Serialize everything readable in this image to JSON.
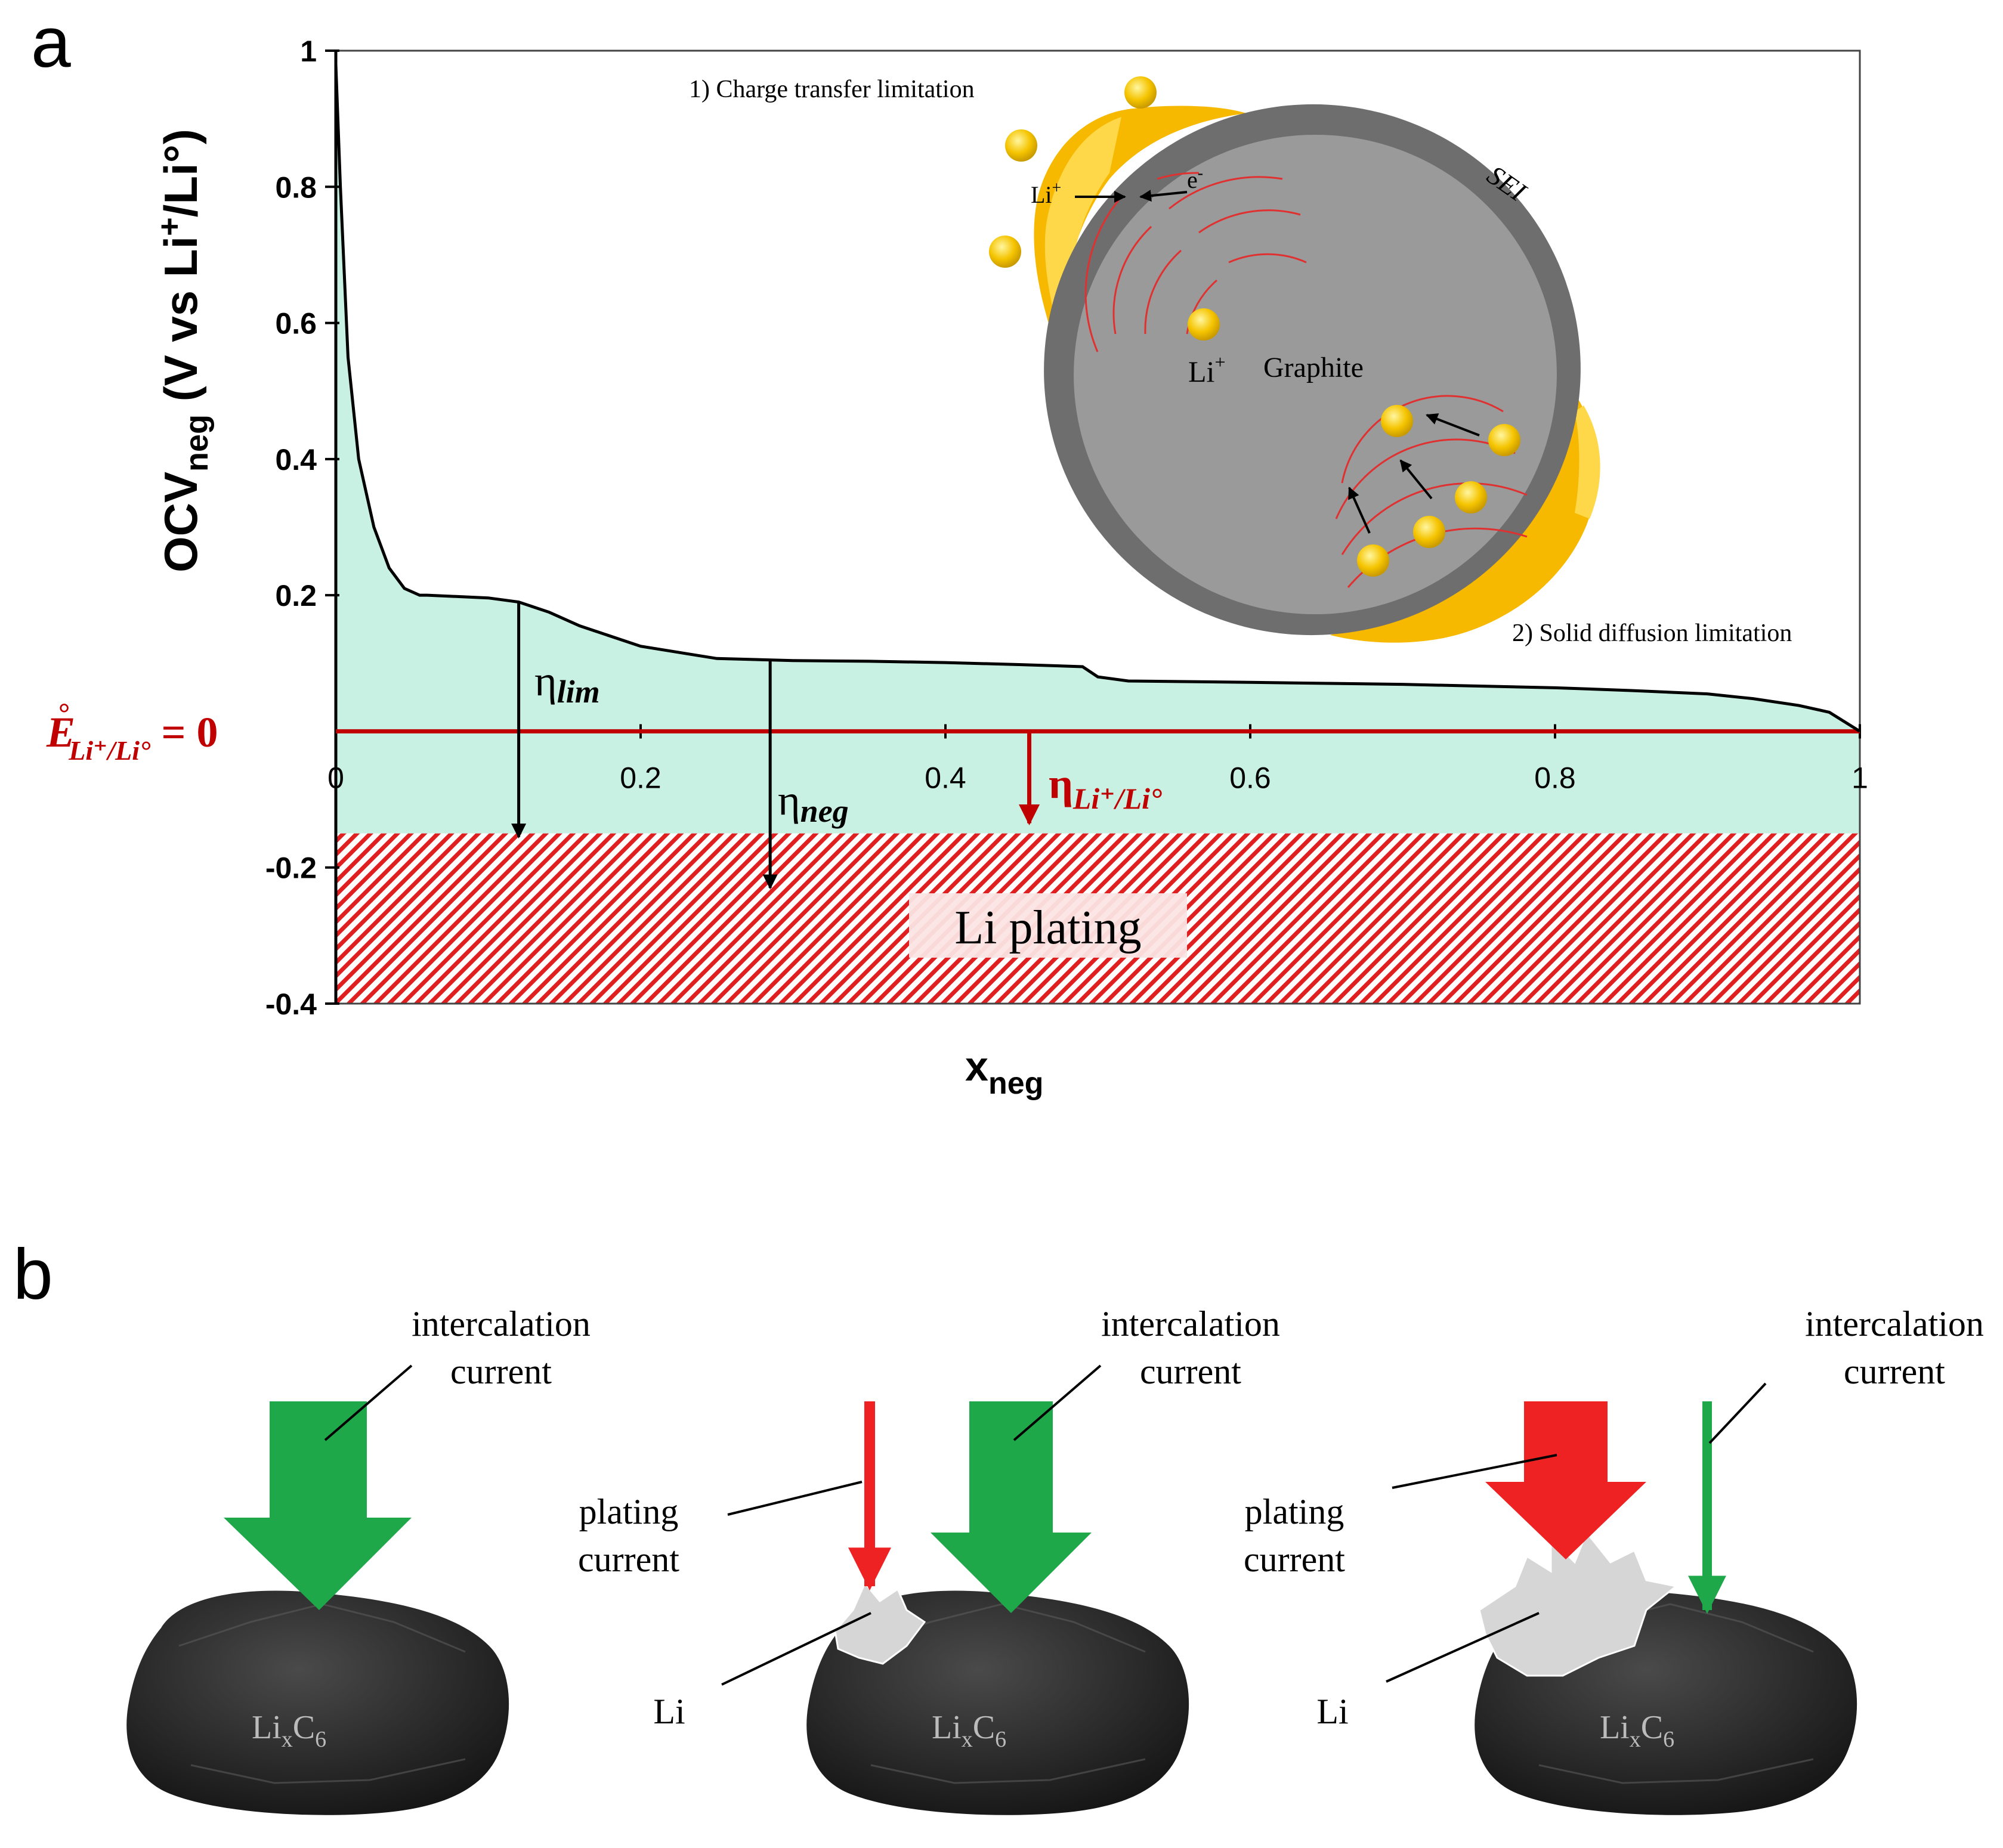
{
  "panel_a": {
    "label": "a",
    "ylabel": {
      "main": "OCV",
      "sub": "neg",
      "rest": " (V vs Li",
      "sup": "+",
      "rest2": "/Li°)"
    },
    "xlabel": {
      "main": "x",
      "sub": "neg"
    },
    "equilibrium_label": {
      "main": "E",
      "sup": "°",
      "sub": "Li⁺/Li°",
      "rest": " = 0"
    },
    "eta_lim": {
      "main": "η",
      "sub": "lim"
    },
    "eta_neg": {
      "main": "η",
      "sub": "neg"
    },
    "eta_li": {
      "main": "η",
      "sub": "Li⁺/Li°"
    },
    "plating_box_label": "Li plating",
    "inset": {
      "charge_transfer_label": "1) Charge transfer limitation",
      "solid_diffusion_label": "2) Solid diffusion limitation",
      "sei_label": "SEI",
      "graphite_label": "Graphite",
      "li_plus_label": {
        "main": "Li",
        "sup": "+"
      },
      "li_plus_label_2": {
        "main": "Li",
        "sup": "+"
      },
      "electron_label": {
        "main": "e",
        "sup": "-"
      }
    },
    "colors": {
      "area_fill": "#c8f0e3",
      "equilibrium_line": "#c00000",
      "plating_hatch": "#e02020",
      "sei": "#6e6e6e",
      "graphite": "#9a9a9a",
      "li_ion": "#f5c400",
      "sei_deposit": "#f5b400"
    }
  },
  "chart_data": {
    "type": "line",
    "series": [
      {
        "x": [
          0,
          0.003,
          0.008,
          0.015,
          0.025,
          0.035,
          0.045,
          0.055,
          0.06,
          0.08,
          0.1,
          0.12,
          0.14,
          0.16,
          0.2,
          0.25,
          0.3,
          0.35,
          0.4,
          0.45,
          0.49,
          0.5,
          0.52,
          0.6,
          0.7,
          0.8,
          0.85,
          0.9,
          0.93,
          0.96,
          0.98,
          1.0
        ],
        "y": [
          0.98,
          0.8,
          0.55,
          0.4,
          0.3,
          0.24,
          0.21,
          0.2,
          0.2,
          0.198,
          0.196,
          0.19,
          0.175,
          0.155,
          0.125,
          0.107,
          0.104,
          0.103,
          0.101,
          0.098,
          0.095,
          0.08,
          0.074,
          0.072,
          0.069,
          0.064,
          0.06,
          0.055,
          0.048,
          0.038,
          0.028,
          0.0
        ]
      }
    ],
    "xlim": [
      0,
      1
    ],
    "ylim": [
      -0.4,
      1
    ],
    "xticks": [
      "0",
      "0.2",
      "0.4",
      "0.6",
      "0.8",
      "1"
    ],
    "yticks": [
      "1",
      "0.8",
      "0.6",
      "0.4",
      "0.2",
      "-0.2",
      "-0.4"
    ],
    "plating_threshold": -0.15,
    "eta_lim_x": 0.12,
    "eta_neg_x": 0.285,
    "eta_li_x": 0.455
  },
  "panel_b": {
    "label": "b",
    "intercalation_label_1": "intercalation",
    "intercalation_label_2": "current",
    "plating_label_1": "plating",
    "plating_label_2": "current",
    "li_label": "Li",
    "lixc6": {
      "a": "Li",
      "x": "x",
      "b": "C",
      "n": "6"
    },
    "colors": {
      "intercalation": "#1fa84a",
      "plating": "#ee2222",
      "particle": "#2e2e2e",
      "lithium": "#d6d6d6"
    }
  }
}
